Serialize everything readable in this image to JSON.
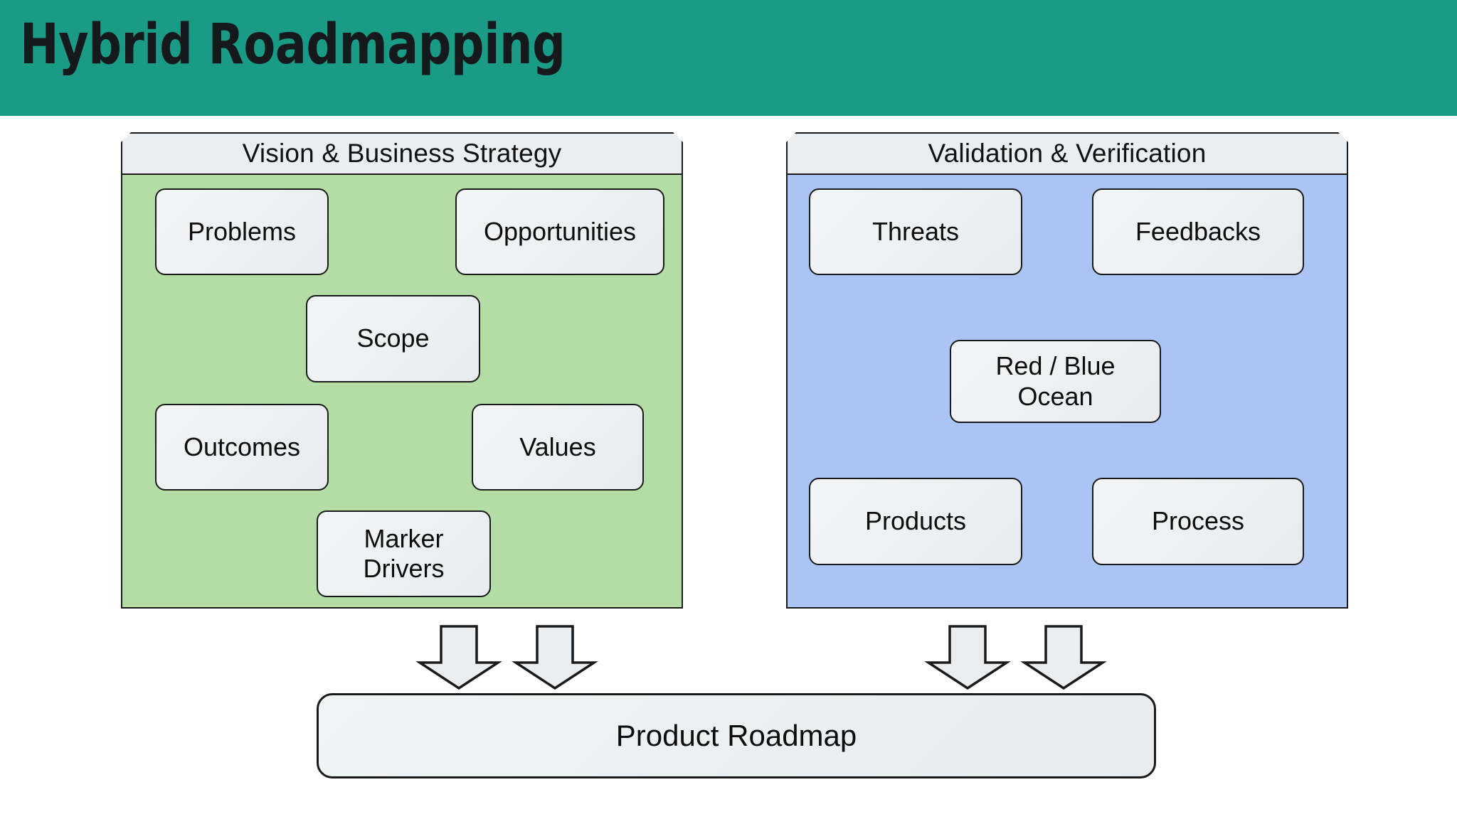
{
  "banner": {
    "title": "Hybrid Roadmapping",
    "background_color": "#1a9b86",
    "text_color": "#15191c"
  },
  "colors": {
    "left_panel_fill": "#b4dca5",
    "right_panel_fill": "#aac4f4",
    "header_fill": "#eaeef0",
    "node_fill": "#eceff1",
    "outline": "#1a1a1a",
    "arrow_fill": "#ebeef0"
  },
  "groups": [
    {
      "id": "vision-business-strategy",
      "title": "Vision & Business Strategy",
      "fill": "#b4dca5",
      "nodes": [
        {
          "id": "problems",
          "label": "Problems"
        },
        {
          "id": "opportunities",
          "label": "Opportunities"
        },
        {
          "id": "scope",
          "label": "Scope"
        },
        {
          "id": "outcomes",
          "label": "Outcomes"
        },
        {
          "id": "values",
          "label": "Values"
        },
        {
          "id": "marker-drivers",
          "label": "Marker\nDrivers",
          "line1": "Marker",
          "line2": "Drivers"
        }
      ]
    },
    {
      "id": "validation-verification",
      "title": "Validation & Verification",
      "fill": "#aac4f4",
      "nodes": [
        {
          "id": "threats",
          "label": "Threats"
        },
        {
          "id": "feedbacks",
          "label": "Feedbacks"
        },
        {
          "id": "red-blue-ocean",
          "label": "Red / Blue\nOcean",
          "line1": "Red / Blue",
          "line2": "Ocean"
        },
        {
          "id": "products",
          "label": "Products"
        },
        {
          "id": "process",
          "label": "Process"
        }
      ]
    }
  ],
  "flow": {
    "arrow_count": 4,
    "direction": "down",
    "target": {
      "id": "product-roadmap",
      "label": "Product Roadmap"
    }
  }
}
